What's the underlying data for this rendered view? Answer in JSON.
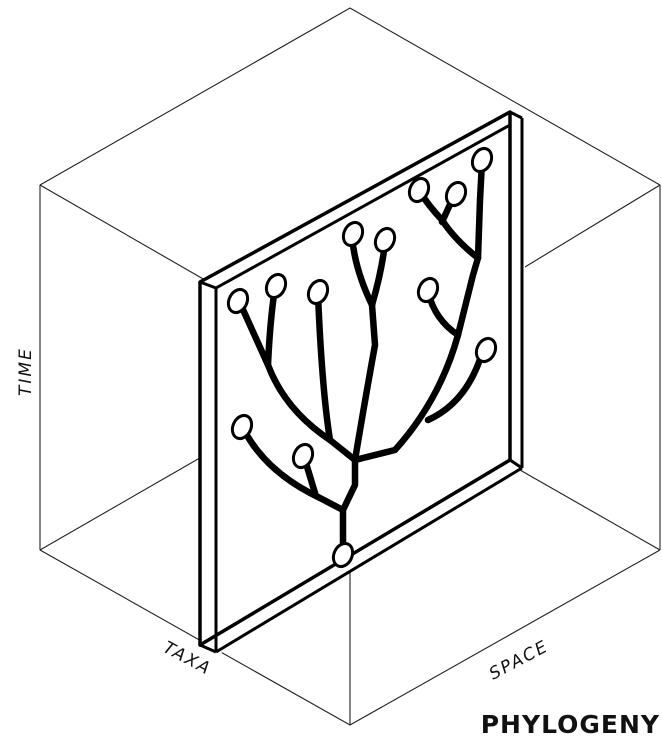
{
  "labels": {
    "time": "TIME",
    "taxa": "TAXA",
    "space": "SPACE"
  },
  "title": "PHYLOGENY",
  "colors": {
    "ink": "#000000",
    "background": "#ffffff"
  }
}
